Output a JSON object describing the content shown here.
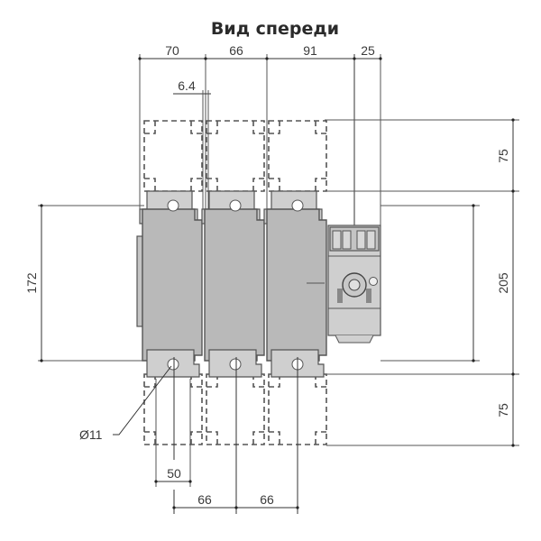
{
  "title": "Вид спереди",
  "dimensions": {
    "top": [
      {
        "label": "70"
      },
      {
        "label": "66"
      },
      {
        "label": "91"
      },
      {
        "label": "25"
      }
    ],
    "offset": {
      "label": "6.4"
    },
    "left_height": {
      "label": "172"
    },
    "right": [
      {
        "label": "75"
      },
      {
        "label": "205"
      },
      {
        "label": "75"
      }
    ],
    "hole": {
      "label": "Ø11"
    },
    "bottom_width": {
      "label": "50"
    },
    "pitch": [
      {
        "label": "66"
      },
      {
        "label": "66"
      }
    ]
  },
  "colors": {
    "body": "#b9b9b9",
    "body_light": "#cfcfcf",
    "line": "#333333"
  }
}
